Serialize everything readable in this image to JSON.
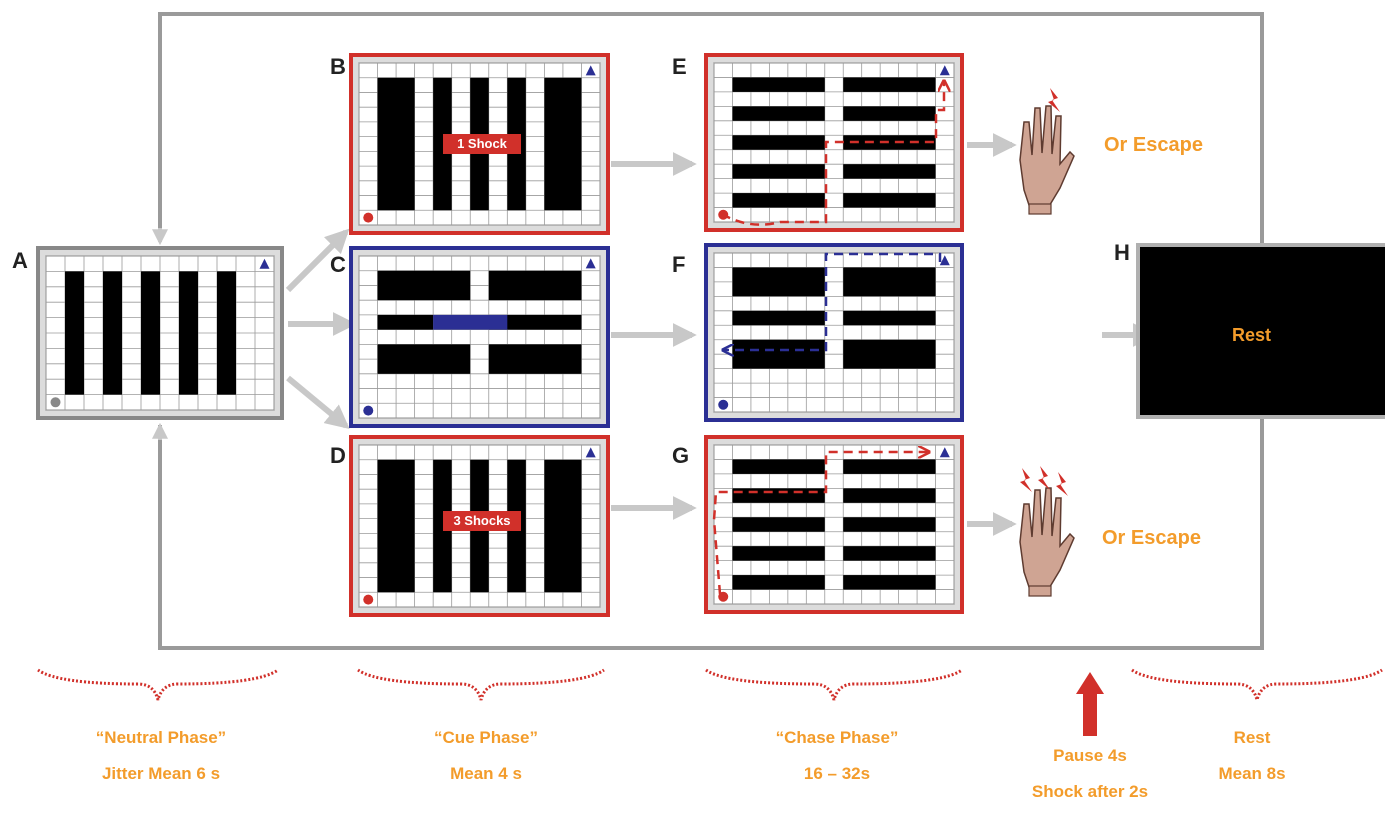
{
  "panels": {
    "A": {
      "letter": "A"
    },
    "B": {
      "letter": "B",
      "cue": "1 Shock"
    },
    "C": {
      "letter": "C"
    },
    "D": {
      "letter": "D",
      "cue": "3 Shocks"
    },
    "E": {
      "letter": "E"
    },
    "F": {
      "letter": "F"
    },
    "G": {
      "letter": "G"
    },
    "H": {
      "letter": "H",
      "text": "Rest"
    }
  },
  "escape_label_top": "Or Escape",
  "escape_label_bottom": "Or Escape",
  "phases": [
    {
      "name": "“Neutral Phase”",
      "duration": "Jitter Mean 6 s"
    },
    {
      "name": "“Cue Phase”",
      "duration": "Mean 4 s"
    },
    {
      "name": "“Chase Phase”",
      "duration": "16 – 32s"
    },
    {
      "name": "Pause 4s",
      "duration": "Shock after 2s"
    },
    {
      "name": "Rest",
      "duration": "Mean 8s"
    }
  ],
  "colors": {
    "threat": "#d1302a",
    "safe": "#2b2f94",
    "neutral": "#888888",
    "label": "#f39c2b",
    "arrow": "#c8c8c8",
    "wall": "#000000"
  }
}
